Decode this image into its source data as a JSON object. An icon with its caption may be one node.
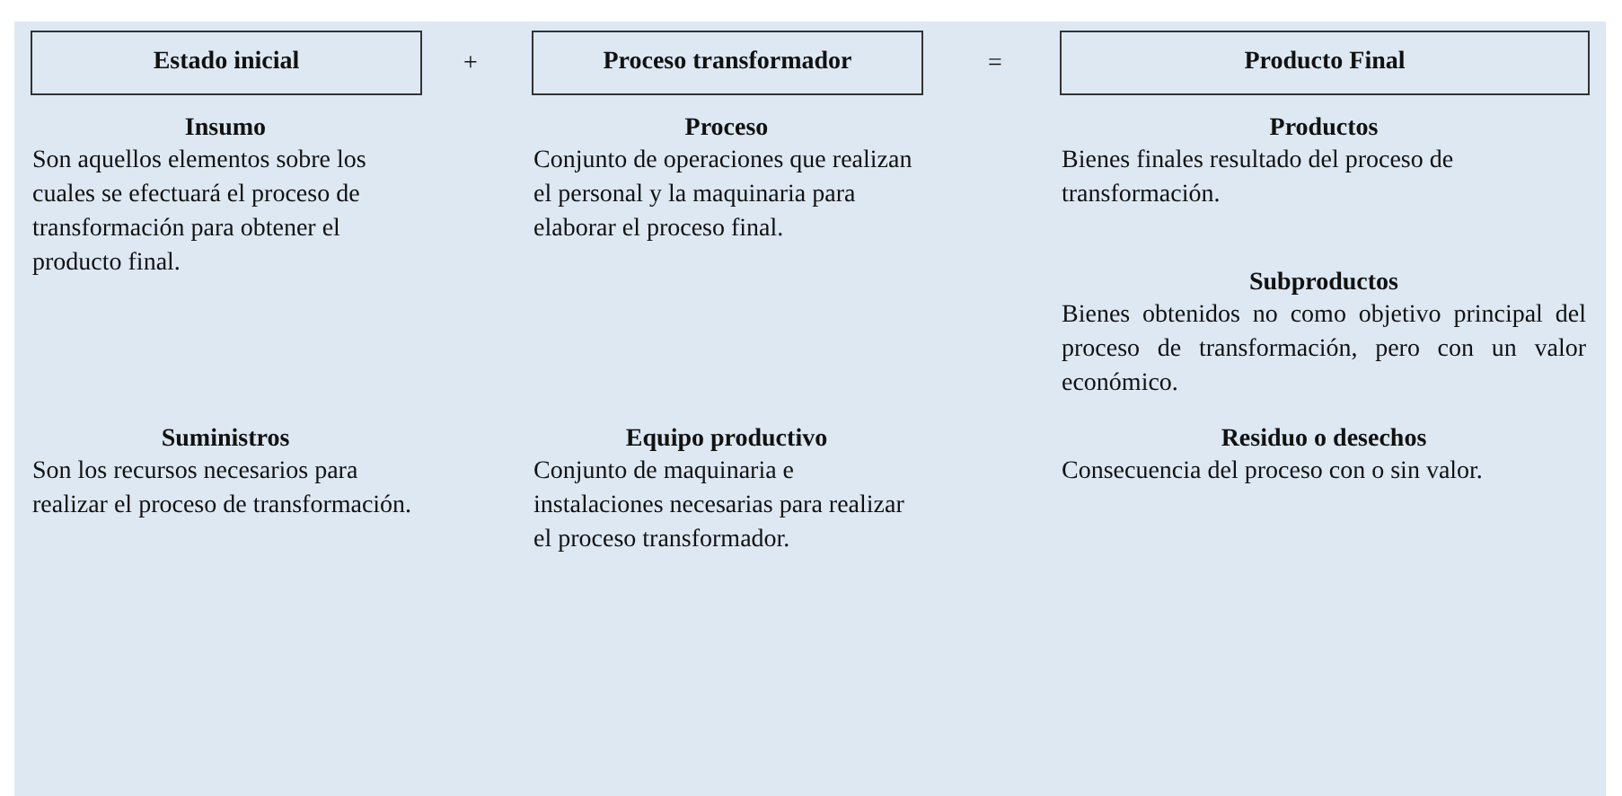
{
  "diagram": {
    "nodes": [
      {
        "text": [],
        "shape": "box"
      },
      {
        "text": [
          "Estado inicial"
        ],
        "in": 0
      },
      {
        "text": [
          "Proceso transformador"
        ],
        "in": 0
      },
      {
        "text": [
          "Producto Final"
        ],
        "in": 0
      }
    ],
    "labels": [
      "+",
      "=",
      "Insumo",
      "Son aquellos elementos sobre los cuales se efectuará el proceso de transformación para obtener el producto final.",
      "Proceso",
      "Conjunto de operaciones que realizan el personal y la maquinaria para elaborar el proceso final.",
      "Productos",
      "Bienes finales resultado del proceso de transformación.",
      "Subproductos",
      "Bienes obtenidos no como objetivo principal del proceso de transformación, pero con un valor económico.",
      "Suministros",
      "Son los recursos necesarios para realizar el proceso de transformación.",
      "Equipo productivo",
      "Conjunto de maquinaria e instalaciones necesarias para realizar el proceso transformador.",
      "Residuo o desechos",
      "Consecuencia del proceso con o sin valor."
    ]
  }
}
